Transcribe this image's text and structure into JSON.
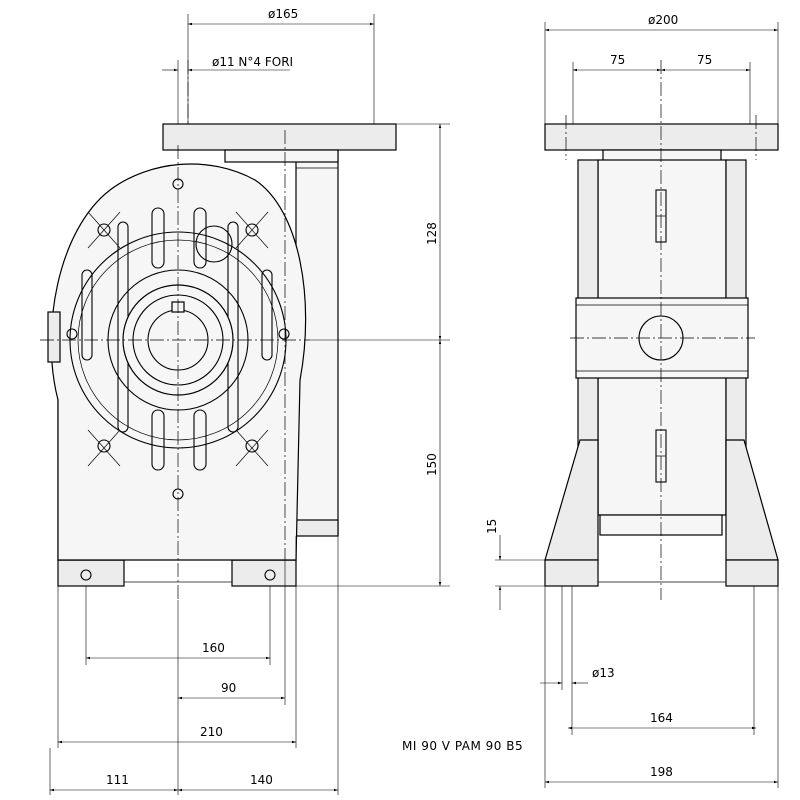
{
  "drawing": {
    "model_label": "MI 90 V PAM 90 B5",
    "front_view": {
      "dims": {
        "flange_diameter": "ø165",
        "holes_note": "ø11 N°4 FORI",
        "height_upper": "128",
        "height_lower": "150",
        "foot_holes_span": "160",
        "shaft_offset": "90",
        "overall_width": "210",
        "left_from_axis": "111",
        "right_from_axis": "140"
      }
    },
    "side_view": {
      "dims": {
        "flange_diameter": "ø200",
        "half_left": "75",
        "half_right": "75",
        "foot_thickness": "15",
        "foot_hole_diameter": "ø13",
        "foot_holes_span": "164",
        "overall_width": "198"
      }
    }
  }
}
